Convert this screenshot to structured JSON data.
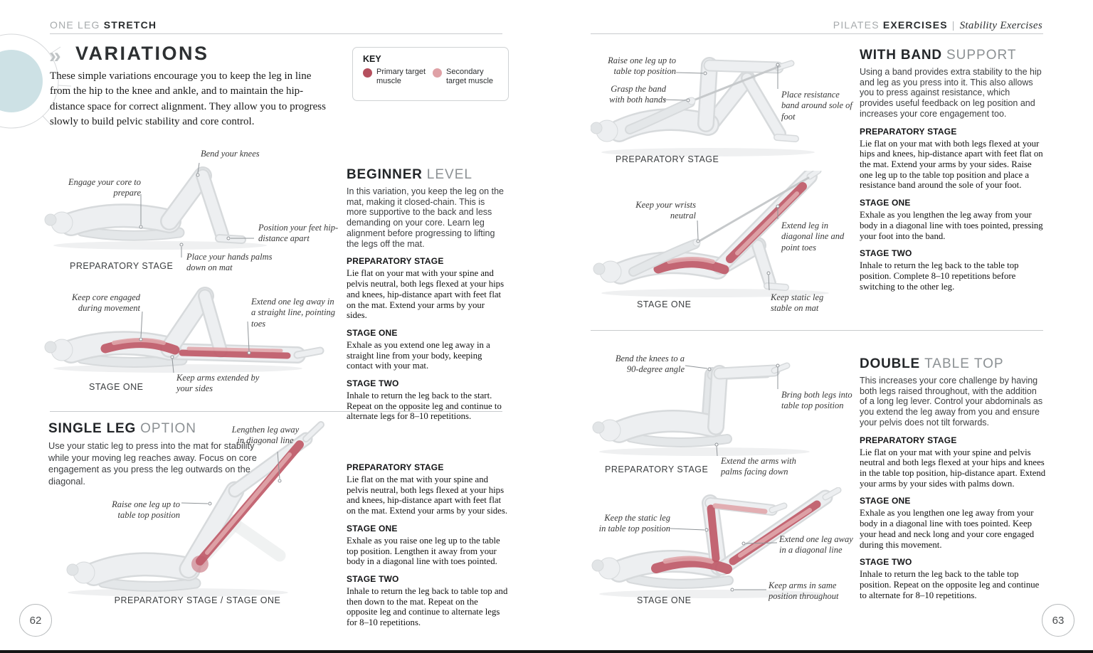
{
  "left_page": {
    "header": {
      "light": "ONE LEG ",
      "bold": "STRETCH"
    },
    "variations": {
      "chevron": "»",
      "title": "VARIATIONS",
      "intro": "These simple variations encourage you to keep the leg in line from the hip to the knee and ankle, and to maintain the hip-distance space for correct alignment. They allow you to progress slowly to build pelvic stability and core control."
    },
    "key": {
      "title": "KEY",
      "items": [
        {
          "label": "Primary target muscle"
        },
        {
          "label": "Secondary target muscle"
        }
      ]
    },
    "beginner": {
      "title_bold": "BEGINNER ",
      "title_light": "LEVEL",
      "intro": "In this variation, you keep the leg on the mat, making it closed-chain. This is more supportive to the back and less demanding on your core. Learn leg alignment before progressing to lifting the legs off the mat.",
      "stages": [
        {
          "heading": "PREPARATORY STAGE",
          "body": "Lie flat on your mat with your spine and pelvis neutral, both legs flexed at your hips and knees, hip-distance apart with feet flat on the mat. Extend your arms by your sides."
        },
        {
          "heading": "STAGE ONE",
          "body": "Exhale as you extend one leg away in a straight line from your body, keeping contact with your mat."
        },
        {
          "heading": "STAGE TWO",
          "body": "Inhale to return the leg back to the start. Repeat on the opposite leg and continue to alternate legs for 8–10 repetitions."
        }
      ]
    },
    "single_leg": {
      "title_bold": "SINGLE LEG ",
      "title_light": "OPTION",
      "intro": "Use your static leg to press into the mat for stability while your moving leg reaches away. Focus on core engagement as you press the leg outwards on the diagonal.",
      "stages": [
        {
          "heading": "PREPARATORY STAGE",
          "body": "Lie flat on the mat with your spine and pelvis neutral, both legs flexed at your hips and knees, hip-distance apart with feet flat on the mat. Extend your arms by your sides."
        },
        {
          "heading": "STAGE ONE",
          "body": "Exhale as you raise one leg up to the table top position. Lengthen it away from your body in a diagonal line with toes pointed."
        },
        {
          "heading": "STAGE TWO",
          "body": "Inhale to return the leg back to table top and then down to the mat. Repeat on the opposite leg and continue to alternate legs for 8–10 repetitions."
        }
      ]
    },
    "page_number": "62"
  },
  "right_page": {
    "header": {
      "light": "PILATES ",
      "bold": "EXERCISES",
      "separator": "|",
      "italic": "Stability Exercises"
    },
    "with_band": {
      "title_bold": "WITH BAND ",
      "title_light": "SUPPORT",
      "intro": "Using a band provides extra stability to the hip and leg as you press into it. This also allows you to press against resistance, which provides useful feedback on leg position and increases your core engagement too.",
      "stages": [
        {
          "heading": "PREPARATORY STAGE",
          "body": "Lie flat on your mat with both legs flexed at your hips and knees, hip-distance apart with feet flat on the mat. Extend your arms by your sides. Raise one leg up to the table top position and place a resistance band around the sole of your foot."
        },
        {
          "heading": "STAGE ONE",
          "body": "Exhale as you lengthen the leg away from your body in a diagonal line with toes pointed, pressing your foot into the band."
        },
        {
          "heading": "STAGE TWO",
          "body": "Inhale to return the leg back to the table top position. Complete 8–10 repetitions before switching to the other leg."
        }
      ]
    },
    "double_table_top": {
      "title_bold": "DOUBLE ",
      "title_light": "TABLE TOP",
      "intro": "This increases your core challenge by having both legs raised throughout, with the addition of a long leg lever. Control your abdominals as you extend the leg away from you and ensure your pelvis does not tilt forwards.",
      "stages": [
        {
          "heading": "PREPARATORY STAGE",
          "body": "Lie flat on your mat with your spine and pelvis neutral and both legs flexed at your hips and knees in the table top position, hip-distance apart. Extend your arms by your sides with palms down."
        },
        {
          "heading": "STAGE ONE",
          "body": "Exhale as you lengthen one leg away from your body in a diagonal line with toes pointed. Keep your head and neck long and your core engaged during this movement."
        },
        {
          "heading": "STAGE TWO",
          "body": "Inhale to return the leg back to the table top position. Repeat on the opposite leg and continue to alternate for 8–10 repetitions."
        }
      ]
    },
    "page_number": "63"
  },
  "figures": {
    "prep_stage": {
      "caption": "PREPARATORY STAGE",
      "ann": [
        "Bend your knees",
        "Engage your core to prepare",
        "Position your feet hip-distance apart",
        "Place your hands palms down on mat"
      ]
    },
    "stage_one": {
      "caption": "STAGE ONE",
      "ann": [
        "Keep core engaged during movement",
        "Extend one leg away in a straight line, pointing toes",
        "Keep arms extended by your sides"
      ]
    },
    "single_leg": {
      "caption": "PREPARATORY STAGE / STAGE ONE",
      "ann": [
        "Lengthen leg away in diagonal line",
        "Raise one leg up to table top position"
      ]
    },
    "band_prep": {
      "caption": "PREPARATORY STAGE",
      "ann": [
        "Raise one leg up to table top position",
        "Grasp the band with both hands",
        "Place resistance band around sole of foot"
      ]
    },
    "band_stage_one": {
      "caption": "STAGE ONE",
      "ann": [
        "Keep your wrists neutral",
        "Extend leg in diagonal line and point toes",
        "Keep static leg stable on mat"
      ]
    },
    "double_prep": {
      "caption": "PREPARATORY STAGE",
      "ann": [
        "Bend the knees to a 90-degree angle",
        "Bring both legs into table top position",
        "Extend the arms with palms facing down"
      ]
    },
    "double_stage_one": {
      "caption": "STAGE ONE",
      "ann": [
        "Keep the static leg in table top position",
        "Extend one leg away in a diagonal line",
        "Keep arms in same position throughout"
      ]
    }
  },
  "colors": {
    "primary_muscle": "#b5505e",
    "secondary_muscle": "#dfa1a6",
    "accent_circle": "#cde1e5"
  }
}
